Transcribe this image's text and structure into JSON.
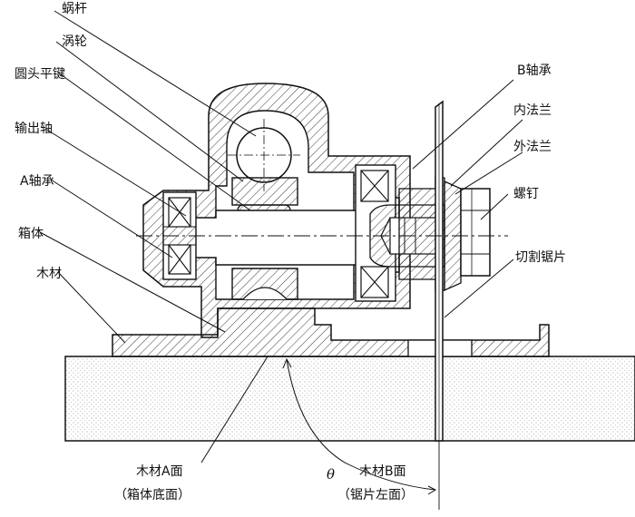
{
  "labels": {
    "worm": "蜗杆",
    "worm_wheel": "涡轮",
    "round_key": "圆头平键",
    "output_shaft": "输出轴",
    "bearing_a": "A轴承",
    "housing": "箱体",
    "wood": "木材",
    "bearing_b": "B轴承",
    "inner_flange": "内法兰",
    "outer_flange": "外法兰",
    "screw": "螺钉",
    "saw_blade": "切割锯片",
    "wood_face_a": "木材A面",
    "wood_face_a_note": "（箱体底面）",
    "theta": "θ",
    "wood_face_b": "木材B面",
    "wood_face_b_note": "（锯片左面）"
  },
  "colors": {
    "line": "#111111",
    "hatch": "#222222",
    "dots": "#9a9a9a"
  }
}
